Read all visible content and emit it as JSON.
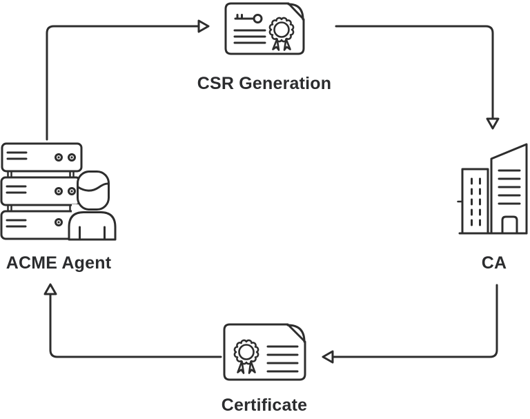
{
  "diagram": {
    "background_color": "#ffffff",
    "stroke_color": "#2d2d2d",
    "label_color": "#2b2c2e",
    "nodes": [
      {
        "id": "acme-agent",
        "label": "ACME Agent",
        "icon": "server-stack-person-icon",
        "position": "left"
      },
      {
        "id": "csr-generation",
        "label": "CSR Generation",
        "icon": "csr-document-key-seal-icon",
        "position": "top"
      },
      {
        "id": "ca",
        "label": "CA",
        "icon": "ca-buildings-icon",
        "position": "right"
      },
      {
        "id": "certificate",
        "label": "Certificate",
        "icon": "certificate-document-seal-icon",
        "position": "bottom"
      }
    ],
    "edges": [
      {
        "from": "ACME Agent",
        "to": "CSR Generation",
        "direction": "up-then-right"
      },
      {
        "from": "CSR Generation",
        "to": "CA",
        "direction": "right-then-down"
      },
      {
        "from": "CA",
        "to": "Certificate",
        "direction": "down-then-left"
      },
      {
        "from": "Certificate",
        "to": "ACME Agent",
        "direction": "left-then-up"
      }
    ]
  }
}
